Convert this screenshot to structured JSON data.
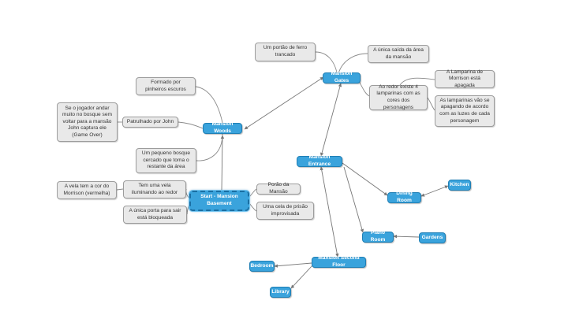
{
  "colors": {
    "topic_fill": "#3aa3dc",
    "topic_border": "#1f7fb5",
    "note_fill": "#e9e9e9",
    "note_border": "#9c9c9c",
    "connector": "#777777"
  },
  "nodes": {
    "central": "Start - Mansion Basement",
    "mansion_woods": "Mansion Woods",
    "mansion_gates": "Mansion Gates",
    "mansion_entrance": "Mansion Entrance",
    "dining_room": "Dining Room",
    "kitchen": "Kitchen",
    "piano_room": "Piano Room",
    "gardens": "Gardens",
    "mansion_second_floor": "Mansion Second Floor",
    "bedroom": "Bedroom",
    "library": "Library"
  },
  "notes": {
    "portao_ferro": "Um portão de ferro trancado",
    "unica_saida": "A única saída da área da mansão",
    "lamparina_morrison": "A Lamparina de Morrison está apagada",
    "ao_redor": "Ao redor existe 4 lamparinas com as cores dos personagens",
    "lamparinas_apagando": "As lamparinas vão se apagando de acordo com as luzes de cada personagem",
    "formado_pinheiros": "Formado por pinheiros escuros",
    "se_jogador": "Se o jogador andar muito no bosque sem voltar para a mansão John captura ele (Game Over)",
    "patrulhado": "Patrulhado por John",
    "pequeno_bosque": "Um pequeno bosque cercado que toma o restante da área",
    "vela_cor": "A vela tem a cor do Morrison (vermelha)",
    "tem_vela": "Tem uma vela iluminando ao redor",
    "unica_porta": "A única porta para sair está bloqueada",
    "porao": "Porão da Mansão",
    "cela": "Uma cela de prisão improvisada"
  }
}
